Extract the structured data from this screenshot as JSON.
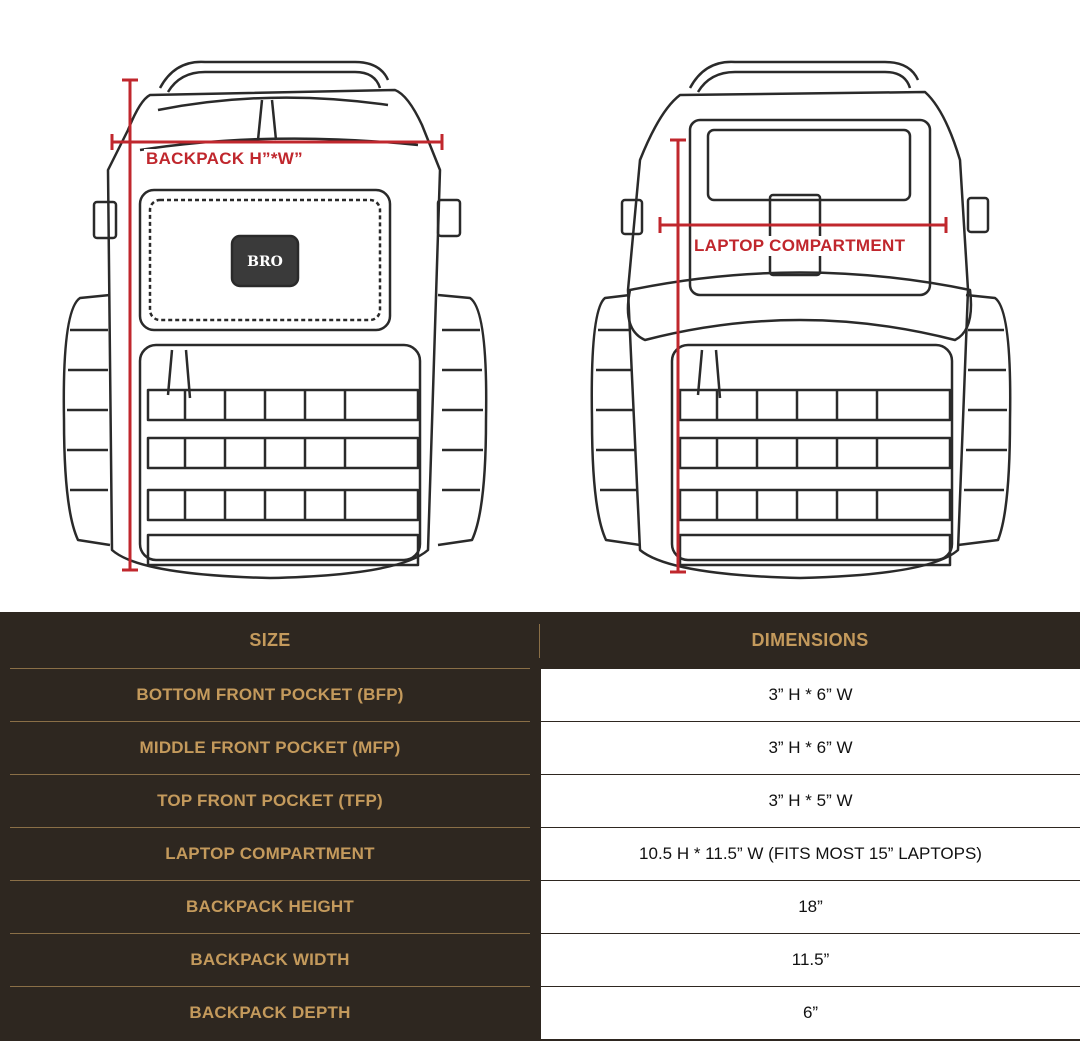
{
  "illustration": {
    "front_label": "BACKPACK H”*W”",
    "open_label": "LAPTOP COMPARTMENT",
    "logo_text": "BRO"
  },
  "colors": {
    "dimension_line": "#c0272d",
    "table_bg": "#2e2720",
    "table_text": "#c49a5c",
    "divider": "#8a6f47"
  },
  "table": {
    "headers": {
      "size": "SIZE",
      "dimensions": "DIMENSIONS"
    },
    "rows": [
      {
        "size": "BOTTOM FRONT POCKET (BFP)",
        "dimensions": "3” H * 6” W"
      },
      {
        "size": "MIDDLE FRONT POCKET (MFP)",
        "dimensions": "3” H * 6” W"
      },
      {
        "size": "TOP FRONT POCKET (TFP)",
        "dimensions": "3” H * 5” W"
      },
      {
        "size": "LAPTOP COMPARTMENT",
        "dimensions": "10.5 H * 11.5”  W (FITS MOST 15” LAPTOPS)"
      },
      {
        "size": "BACKPACK HEIGHT",
        "dimensions": "18”"
      },
      {
        "size": "BACKPACK WIDTH",
        "dimensions": "11.5”"
      },
      {
        "size": "BACKPACK DEPTH",
        "dimensions": "6”"
      }
    ]
  }
}
